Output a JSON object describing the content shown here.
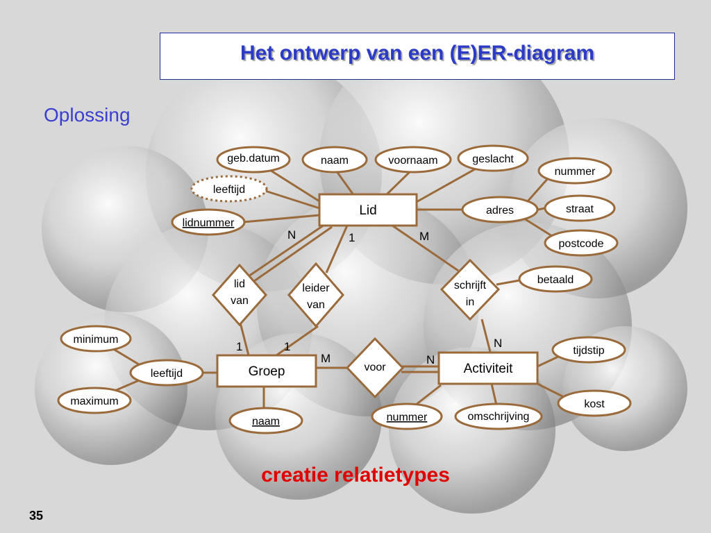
{
  "title": "Het ontwerp van een (E)ER-diagram",
  "subtitle": "Oplossing",
  "caption": "creatie relatietypes",
  "page_number": "35",
  "colors": {
    "line": "#9b6a3b",
    "border": "#9b6a3b",
    "title": "#2b3bc8",
    "caption": "#e00000"
  },
  "entities": {
    "lid": "Lid",
    "groep": "Groep",
    "activiteit": "Activiteit"
  },
  "relationships": {
    "lid_van": [
      "lid",
      "van"
    ],
    "leider_van": [
      "leider",
      "van"
    ],
    "schrijft_in": [
      "schrijft",
      "in"
    ],
    "voor": "voor"
  },
  "attributes": {
    "geb_datum": "geb.datum",
    "naam_lid": "naam",
    "voornaam": "voornaam",
    "geslacht": "geslacht",
    "leeftijd_lid": "leeftijd",
    "lidnummer": "lidnummer",
    "adres": "adres",
    "nummer_adres": "nummer",
    "straat": "straat",
    "postcode": "postcode",
    "betaald": "betaald",
    "minimum": "minimum",
    "maximum": "maximum",
    "leeftijd_groep": "leeftijd",
    "naam_groep": "naam",
    "nummer_act": "nummer",
    "omschrijving": "omschrijving",
    "tijdstip": "tijdstip",
    "kost": "kost"
  },
  "cardinalities": {
    "lid_lidvan": "N",
    "lid_leidervan": "1",
    "lid_schrijftin": "M",
    "groep_lidvan": "1",
    "groep_leidervan": "1",
    "groep_voor": "M",
    "act_voor": "N",
    "act_schrijftin": "N"
  }
}
